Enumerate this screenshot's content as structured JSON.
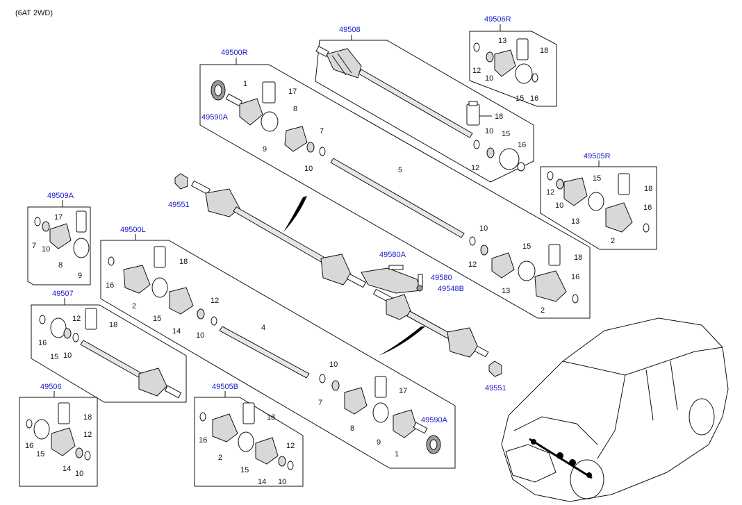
{
  "header": {
    "variant": "(6AT 2WD)"
  },
  "groups": {
    "g49508": "49508",
    "g49506R": "49506R",
    "g49500R": "49500R",
    "g49505R": "49505R",
    "g49509A": "49509A",
    "g49500L": "49500L",
    "g49507": "49507",
    "g49506": "49506",
    "g49505B": "49505B"
  },
  "part_numbers": {
    "p49590A_r": "49590A",
    "p49551_top": "49551",
    "p49580A": "49580A",
    "p49580": "49580",
    "p49548B": "49548B",
    "p49551_bot": "49551",
    "p49590A_l": "49590A"
  },
  "callouts": {
    "n1": "1",
    "n2": "2",
    "n4": "4",
    "n5": "5",
    "n7": "7",
    "n8": "8",
    "n9": "9",
    "n10": "10",
    "n12": "12",
    "n13": "13",
    "n14": "14",
    "n15": "15",
    "n16": "16",
    "n17": "17",
    "n18": "18"
  }
}
